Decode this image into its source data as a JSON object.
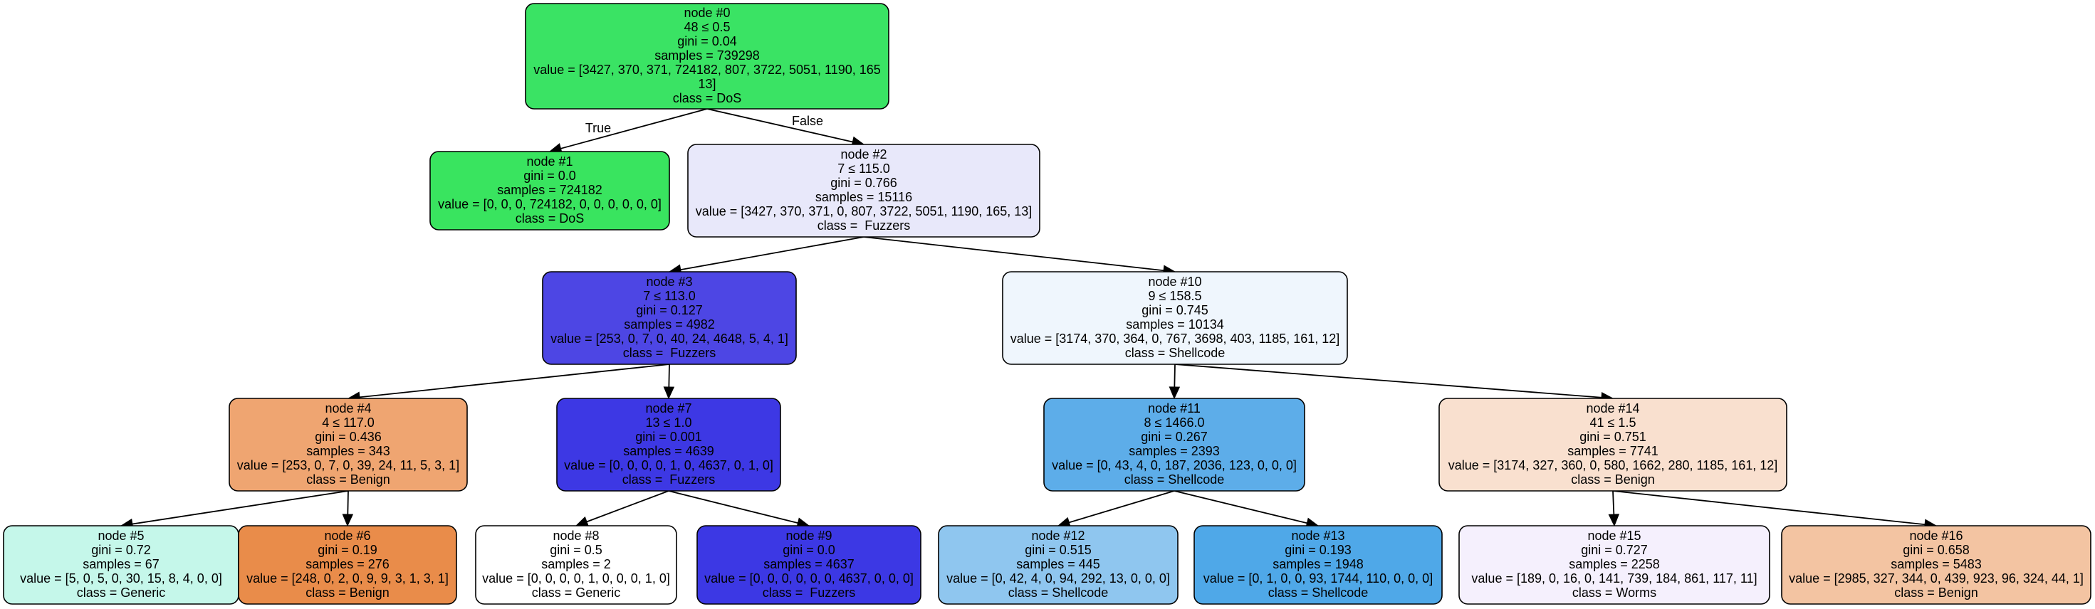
{
  "nodes": [
    {
      "id": "node-0",
      "color": "#3ae364",
      "lines": [
        "node #0",
        "48 ≤ 0.5",
        "gini = 0.04",
        "samples = 739298",
        "value = [3427, 370, 371, 724182, 807, 3722, 5051, 1190, 165",
        "13]",
        "class = DoS"
      ]
    },
    {
      "id": "node-1",
      "color": "#39e45f",
      "lines": [
        "node #1",
        "gini = 0.0",
        "samples = 724182",
        "value = [0, 0, 0, 724182, 0, 0, 0, 0, 0, 0]",
        "class = DoS"
      ]
    },
    {
      "id": "node-2",
      "color": "#e8e8fa",
      "lines": [
        "node #2",
        "7 ≤ 115.0",
        "gini = 0.766",
        "samples = 15116",
        "value = [3427, 370, 371, 0, 807, 3722, 5051, 1190, 165, 13]",
        "class =  Fuzzers"
      ]
    },
    {
      "id": "node-3",
      "color": "#4d46e4",
      "lines": [
        "node #3",
        "7 ≤ 113.0",
        "gini = 0.127",
        "samples = 4982",
        "value = [253, 0, 7, 0, 40, 24, 4648, 5, 4, 1]",
        "class =  Fuzzers"
      ]
    },
    {
      "id": "node-4",
      "color": "#efa571",
      "lines": [
        "node #4",
        "4 ≤ 117.0",
        "gini = 0.436",
        "samples = 343",
        "value = [253, 0, 7, 0, 39, 24, 11, 5, 3, 1]",
        "class = Benign"
      ]
    },
    {
      "id": "node-5",
      "color": "#c5f7ea",
      "lines": [
        "node #5",
        "gini = 0.72",
        "samples = 67",
        "value = [5, 0, 5, 0, 30, 15, 8, 4, 0, 0]",
        "class = Generic"
      ]
    },
    {
      "id": "node-6",
      "color": "#e98c4a",
      "lines": [
        "node #6",
        "gini = 0.19",
        "samples = 276",
        "value = [248, 0, 2, 0, 9, 9, 3, 1, 3, 1]",
        "class = Benign"
      ]
    },
    {
      "id": "node-7",
      "color": "#3d38e4",
      "lines": [
        "node #7",
        "13 ≤ 1.0",
        "gini = 0.001",
        "samples = 4639",
        "value = [0, 0, 0, 0, 1, 0, 4637, 0, 1, 0]",
        "class =  Fuzzers"
      ]
    },
    {
      "id": "node-8",
      "color": "#ffffff",
      "lines": [
        "node #8",
        "gini = 0.5",
        "samples = 2",
        "value = [0, 0, 0, 0, 1, 0, 0, 0, 1, 0]",
        "class = Generic"
      ]
    },
    {
      "id": "node-9",
      "color": "#3c38e4",
      "lines": [
        "node #9",
        "gini = 0.0",
        "samples = 4637",
        "value = [0, 0, 0, 0, 0, 0, 4637, 0, 0, 0]",
        "class =  Fuzzers"
      ]
    },
    {
      "id": "node-10",
      "color": "#eff6fd",
      "lines": [
        "node #10",
        "9 ≤ 158.5",
        "gini = 0.745",
        "samples = 10134",
        "value = [3174, 370, 364, 0, 767, 3698, 403, 1185, 161, 12]",
        "class = Shellcode"
      ]
    },
    {
      "id": "node-11",
      "color": "#5dade9",
      "lines": [
        "node #11",
        "8 ≤ 1466.0",
        "gini = 0.267",
        "samples = 2393",
        "value = [0, 43, 4, 0, 187, 2036, 123, 0, 0, 0]",
        "class = Shellcode"
      ]
    },
    {
      "id": "node-12",
      "color": "#8fc6ef",
      "lines": [
        "node #12",
        "gini = 0.515",
        "samples = 445",
        "value = [0, 42, 4, 0, 94, 292, 13, 0, 0, 0]",
        "class = Shellcode"
      ]
    },
    {
      "id": "node-13",
      "color": "#4fa8e8",
      "lines": [
        "node #13",
        "gini = 0.193",
        "samples = 1948",
        "value = [0, 1, 0, 0, 93, 1744, 110, 0, 0, 0]",
        "class = Shellcode"
      ]
    },
    {
      "id": "node-14",
      "color": "#f9e0cf",
      "lines": [
        "node #14",
        "41 ≤ 1.5",
        "gini = 0.751",
        "samples = 7741",
        "value = [3174, 327, 360, 0, 580, 1662, 280, 1185, 161, 12]",
        "class = Benign"
      ]
    },
    {
      "id": "node-15",
      "color": "#f5f0fd",
      "lines": [
        "node #15",
        "gini = 0.727",
        "samples = 2258",
        "value = [189, 0, 16, 0, 141, 739, 184, 861, 117, 11]",
        "class = Worms"
      ]
    },
    {
      "id": "node-16",
      "color": "#f3c4a2",
      "lines": [
        "node #16",
        "gini = 0.658",
        "samples = 5483",
        "value = [2985, 327, 344, 0, 439, 923, 96, 324, 44, 1]",
        "class = Benign"
      ]
    }
  ],
  "edges": [
    {
      "from": "node-0",
      "to": "node-1",
      "label": "True"
    },
    {
      "from": "node-0",
      "to": "node-2",
      "label": "False"
    },
    {
      "from": "node-2",
      "to": "node-3",
      "label": ""
    },
    {
      "from": "node-2",
      "to": "node-10",
      "label": ""
    },
    {
      "from": "node-3",
      "to": "node-4",
      "label": ""
    },
    {
      "from": "node-3",
      "to": "node-7",
      "label": ""
    },
    {
      "from": "node-4",
      "to": "node-5",
      "label": ""
    },
    {
      "from": "node-4",
      "to": "node-6",
      "label": ""
    },
    {
      "from": "node-7",
      "to": "node-8",
      "label": ""
    },
    {
      "from": "node-7",
      "to": "node-9",
      "label": ""
    },
    {
      "from": "node-10",
      "to": "node-11",
      "label": ""
    },
    {
      "from": "node-10",
      "to": "node-14",
      "label": ""
    },
    {
      "from": "node-11",
      "to": "node-12",
      "label": ""
    },
    {
      "from": "node-11",
      "to": "node-13",
      "label": ""
    },
    {
      "from": "node-14",
      "to": "node-15",
      "label": ""
    },
    {
      "from": "node-14",
      "to": "node-16",
      "label": ""
    }
  ]
}
